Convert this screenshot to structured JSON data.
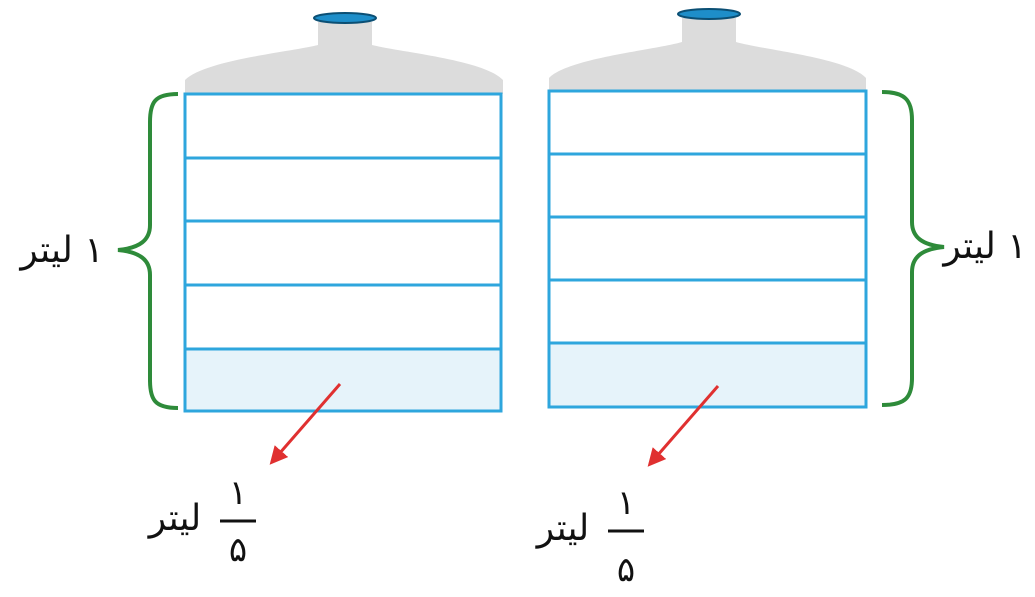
{
  "containers": [
    {
      "side_label": "۱ لیتر",
      "parts": 5,
      "filled_parts": 1,
      "fraction": {
        "numerator": "۱",
        "denominator": "۵",
        "unit": "لیتر"
      }
    },
    {
      "side_label": "۱ لیتر",
      "parts": 5,
      "filled_parts": 1,
      "fraction": {
        "numerator": "۱",
        "denominator": "۵",
        "unit": "لیتر"
      }
    }
  ],
  "colors": {
    "bottle_body": "#dcdcdc",
    "cap": "#1e8ec9",
    "grid_line": "#2ea6dd",
    "fill": "#e6f3fa",
    "brace": "#2e8b3a",
    "arrow": "#e03030"
  }
}
